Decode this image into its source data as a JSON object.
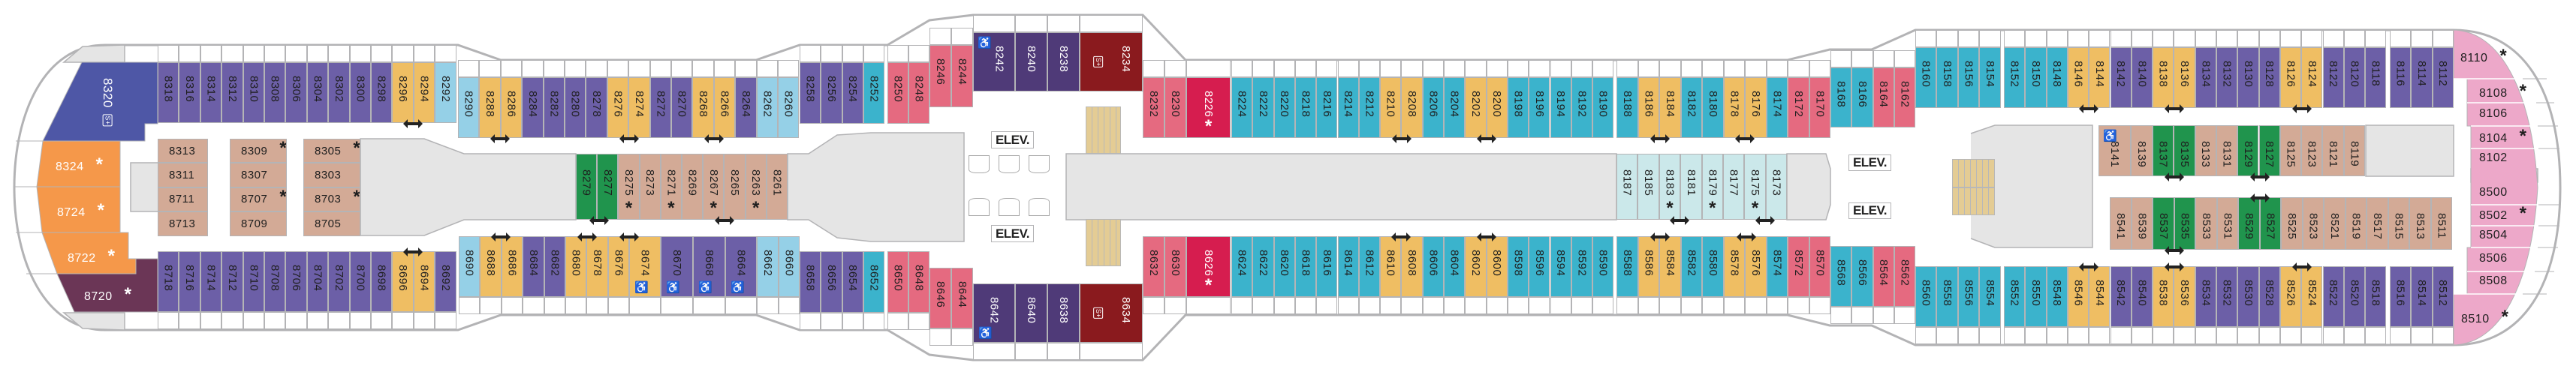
{
  "colors": {
    "P": "#6c5fa7",
    "DP": "#4f3a78",
    "Y": "#efbe63",
    "LB": "#95d0e7",
    "T": "#3bb3cc",
    "K": "#e56a80",
    "CR": "#d61d4f",
    "DR": "#8a1a1e",
    "TN": "#d3aa96",
    "G": "#20944d",
    "LC": "#cbe8ea",
    "B": "#4e57a6",
    "O": "#f5984a",
    "M": "#6b3656",
    "BP": "#eda8c9",
    "corridor": "#e5e5e5",
    "outline": "#b3b3b5",
    "stairs": "#e4cc94"
  },
  "labels": {
    "elevator": "ELEV.",
    "suite_badge": "S+",
    "star": "*"
  },
  "aft_suites": [
    [
      "8320",
      "B",
      "s"
    ],
    [
      "8324",
      "O",
      "*"
    ],
    [
      "8724",
      "O",
      "*"
    ],
    [
      "8722",
      "O",
      "*"
    ],
    [
      "8720",
      "M",
      "*"
    ]
  ],
  "bow_suites": [
    [
      "8110",
      "BP",
      "*"
    ],
    [
      "8108",
      "BP",
      "*"
    ],
    [
      "8106",
      "BP"
    ],
    [
      "8104",
      "BP",
      "*"
    ],
    [
      "8102",
      "BP"
    ],
    [
      "8500",
      "BP"
    ],
    [
      "8502",
      "BP",
      "*"
    ],
    [
      "8504",
      "BP"
    ],
    [
      "8506",
      "BP"
    ],
    [
      "8508",
      "BP"
    ],
    [
      "8510",
      "BP",
      "*"
    ]
  ],
  "groups": {
    "g1": [
      [
        "8318",
        "P"
      ],
      [
        "8316",
        "P"
      ],
      [
        "8314",
        "P"
      ],
      [
        "8312",
        "P"
      ],
      [
        "8310",
        "P"
      ],
      [
        "8308",
        "P"
      ],
      [
        "8306",
        "P"
      ],
      [
        "8304",
        "P"
      ],
      [
        "8302",
        "P"
      ],
      [
        "8300",
        "P"
      ],
      [
        "8298",
        "P"
      ],
      [
        "8296",
        "Y"
      ],
      [
        "8294",
        "Y"
      ],
      [
        "8292",
        "LB"
      ]
    ],
    "g2": [
      [
        "8290",
        "LB"
      ],
      [
        "8288",
        "Y"
      ],
      [
        "8286",
        "Y"
      ],
      [
        "8284",
        "P"
      ],
      [
        "8282",
        "P"
      ],
      [
        "8280",
        "P"
      ],
      [
        "8278",
        "P"
      ],
      [
        "8276",
        "Y"
      ],
      [
        "8274",
        "Y"
      ],
      [
        "8272",
        "P"
      ],
      [
        "8270",
        "P"
      ],
      [
        "8268",
        "Y"
      ],
      [
        "8266",
        "Y"
      ],
      [
        "8264",
        "P"
      ],
      [
        "8262",
        "LB"
      ],
      [
        "8260",
        "LB"
      ]
    ],
    "g3": [
      [
        "8258",
        "P"
      ],
      [
        "8256",
        "P"
      ],
      [
        "8254",
        "P"
      ],
      [
        "8252",
        "T"
      ]
    ],
    "g4": [
      [
        "8250",
        "K"
      ],
      [
        "8248",
        "K"
      ]
    ],
    "g5": [
      [
        "8246",
        "K"
      ],
      [
        "8244",
        "K"
      ]
    ],
    "g6": [
      [
        "8242",
        "DP",
        "a"
      ],
      [
        "8240",
        "DP"
      ],
      [
        "8238",
        "DP"
      ],
      [
        "8234",
        "DR",
        "s"
      ]
    ],
    "g7": [
      [
        "8232",
        "K"
      ],
      [
        "8230",
        "K"
      ],
      [
        "8226",
        "CR",
        "*"
      ]
    ],
    "g8": [
      [
        "8224",
        "T"
      ],
      [
        "8222",
        "T"
      ],
      [
        "8220",
        "T"
      ],
      [
        "8218",
        "T"
      ],
      [
        "8216",
        "T"
      ],
      [
        "8214",
        "T"
      ],
      [
        "8212",
        "T"
      ],
      [
        "8210",
        "Y"
      ],
      [
        "8208",
        "Y"
      ],
      [
        "8206",
        "T"
      ],
      [
        "8204",
        "T"
      ],
      [
        "8202",
        "Y"
      ],
      [
        "8200",
        "Y"
      ],
      [
        "8198",
        "T"
      ],
      [
        "8196",
        "T"
      ],
      [
        "8194",
        "T"
      ],
      [
        "8192",
        "T"
      ],
      [
        "8190",
        "T"
      ]
    ],
    "g9": [
      [
        "8188",
        "T"
      ],
      [
        "8186",
        "Y"
      ],
      [
        "8184",
        "Y"
      ],
      [
        "8182",
        "T"
      ],
      [
        "8180",
        "T"
      ],
      [
        "8178",
        "Y"
      ],
      [
        "8176",
        "Y"
      ],
      [
        "8174",
        "T"
      ],
      [
        "8172",
        "K"
      ],
      [
        "8170",
        "K"
      ]
    ],
    "g10": [
      [
        "8168",
        "T"
      ],
      [
        "8166",
        "T"
      ],
      [
        "8164",
        "K"
      ],
      [
        "8162",
        "K"
      ]
    ],
    "g11": [
      [
        "8160",
        "T"
      ],
      [
        "8158",
        "T"
      ],
      [
        "8156",
        "T"
      ],
      [
        "8154",
        "T"
      ]
    ],
    "g12": [
      [
        "8152",
        "T"
      ],
      [
        "8150",
        "T"
      ],
      [
        "8148",
        "T"
      ],
      [
        "8146",
        "Y"
      ],
      [
        "8144",
        "Y"
      ],
      [
        "8142",
        "P"
      ],
      [
        "8140",
        "P"
      ],
      [
        "8138",
        "Y"
      ],
      [
        "8136",
        "Y"
      ],
      [
        "8134",
        "P"
      ],
      [
        "8132",
        "P"
      ],
      [
        "8130",
        "P"
      ],
      [
        "8128",
        "P"
      ],
      [
        "8126",
        "Y"
      ],
      [
        "8124",
        "Y"
      ],
      [
        "8122",
        "P"
      ],
      [
        "8120",
        "P"
      ],
      [
        "8118",
        "P"
      ]
    ],
    "g13": [
      [
        "8116",
        "P"
      ],
      [
        "8114",
        "P"
      ],
      [
        "8112",
        "P"
      ]
    ],
    "b1": [
      [
        "8718",
        "P"
      ],
      [
        "8716",
        "P"
      ],
      [
        "8714",
        "P"
      ],
      [
        "8712",
        "P"
      ],
      [
        "8710",
        "P"
      ],
      [
        "8708",
        "P"
      ],
      [
        "8706",
        "P"
      ],
      [
        "8704",
        "P"
      ],
      [
        "8702",
        "P"
      ],
      [
        "8700",
        "P"
      ],
      [
        "8698",
        "P"
      ],
      [
        "8696",
        "Y"
      ],
      [
        "8694",
        "Y"
      ],
      [
        "8692",
        "P"
      ]
    ],
    "b2": [
      [
        "8690",
        "LB"
      ],
      [
        "8688",
        "Y"
      ],
      [
        "8686",
        "Y"
      ],
      [
        "8684",
        "P"
      ],
      [
        "8682",
        "P"
      ],
      [
        "8680",
        "Y"
      ],
      [
        "8678",
        "Y"
      ],
      [
        "8676",
        "Y"
      ],
      [
        "8674",
        "Y",
        "a"
      ],
      [
        "8670",
        "P",
        "a"
      ],
      [
        "8668",
        "P",
        "a"
      ],
      [
        "8664",
        "P",
        "a"
      ],
      [
        "8662",
        "LB"
      ],
      [
        "8660",
        "LB"
      ]
    ],
    "b3": [
      [
        "8658",
        "P"
      ],
      [
        "8656",
        "P"
      ],
      [
        "8654",
        "P"
      ],
      [
        "8652",
        "T"
      ]
    ],
    "b4": [
      [
        "8650",
        "K"
      ],
      [
        "8648",
        "K"
      ]
    ],
    "b5": [
      [
        "8646",
        "K"
      ],
      [
        "8644",
        "K"
      ]
    ],
    "b6": [
      [
        "8642",
        "DP",
        "a"
      ],
      [
        "8640",
        "DP"
      ],
      [
        "8638",
        "DP"
      ],
      [
        "8634",
        "DR",
        "s"
      ]
    ],
    "b7": [
      [
        "8632",
        "K"
      ],
      [
        "8630",
        "K"
      ],
      [
        "8626",
        "CR",
        "*"
      ]
    ],
    "b8": [
      [
        "8624",
        "T"
      ],
      [
        "8622",
        "T"
      ],
      [
        "8620",
        "T"
      ],
      [
        "8618",
        "T"
      ],
      [
        "8616",
        "T"
      ],
      [
        "8614",
        "T"
      ],
      [
        "8612",
        "T"
      ],
      [
        "8610",
        "Y"
      ],
      [
        "8608",
        "Y"
      ],
      [
        "8606",
        "T"
      ],
      [
        "8604",
        "T"
      ],
      [
        "8602",
        "Y"
      ],
      [
        "8600",
        "Y"
      ],
      [
        "8598",
        "T"
      ],
      [
        "8596",
        "T"
      ],
      [
        "8594",
        "T"
      ],
      [
        "8592",
        "T"
      ],
      [
        "8590",
        "T"
      ]
    ],
    "b9": [
      [
        "8588",
        "T"
      ],
      [
        "8586",
        "Y"
      ],
      [
        "8584",
        "Y"
      ],
      [
        "8582",
        "T"
      ],
      [
        "8580",
        "T"
      ],
      [
        "8578",
        "Y"
      ],
      [
        "8576",
        "Y"
      ],
      [
        "8574",
        "T"
      ],
      [
        "8572",
        "K"
      ],
      [
        "8570",
        "K"
      ]
    ],
    "b10": [
      [
        "8568",
        "T"
      ],
      [
        "8566",
        "T"
      ],
      [
        "8564",
        "K"
      ],
      [
        "8562",
        "K"
      ]
    ],
    "b11": [
      [
        "8560",
        "T"
      ],
      [
        "8558",
        "T"
      ],
      [
        "8556",
        "T"
      ],
      [
        "8554",
        "T"
      ]
    ],
    "b12": [
      [
        "8552",
        "T"
      ],
      [
        "8550",
        "T"
      ],
      [
        "8548",
        "T"
      ],
      [
        "8546",
        "Y"
      ],
      [
        "8544",
        "Y"
      ],
      [
        "8542",
        "P"
      ],
      [
        "8540",
        "P"
      ],
      [
        "8538",
        "Y"
      ],
      [
        "8536",
        "Y"
      ],
      [
        "8534",
        "P"
      ],
      [
        "8532",
        "P"
      ],
      [
        "8530",
        "P"
      ],
      [
        "8528",
        "P"
      ],
      [
        "8526",
        "Y"
      ],
      [
        "8524",
        "Y"
      ],
      [
        "8522",
        "P"
      ],
      [
        "8520",
        "P"
      ],
      [
        "8518",
        "P"
      ]
    ],
    "b13": [
      [
        "8516",
        "P"
      ],
      [
        "8514",
        "P"
      ],
      [
        "8512",
        "P"
      ]
    ],
    "m1a": [
      [
        "8313",
        "TN"
      ],
      [
        "8311",
        "TN"
      ],
      [
        "8711",
        "TN"
      ],
      [
        "8713",
        "TN"
      ]
    ],
    "m1b": [
      [
        "8309",
        "TN",
        "*"
      ],
      [
        "8307",
        "TN"
      ],
      [
        "8707",
        "TN",
        "*"
      ],
      [
        "8709",
        "TN"
      ]
    ],
    "m1c": [
      [
        "8305",
        "TN",
        "*"
      ],
      [
        "8303",
        "TN"
      ],
      [
        "8703",
        "TN",
        "*"
      ],
      [
        "8705",
        "TN"
      ]
    ],
    "m2": [
      [
        "8279",
        "G"
      ],
      [
        "8277",
        "G"
      ],
      [
        "8275",
        "TN",
        "*"
      ],
      [
        "8273",
        "TN"
      ],
      [
        "8271",
        "TN",
        "*"
      ],
      [
        "8269",
        "TN"
      ],
      [
        "8267",
        "TN",
        "*"
      ],
      [
        "8265",
        "TN"
      ],
      [
        "8263",
        "TN",
        "*"
      ],
      [
        "8261",
        "TN"
      ]
    ],
    "m3": [
      [
        "8187",
        "LC"
      ],
      [
        "8185",
        "LC"
      ],
      [
        "8183",
        "LC",
        "*"
      ],
      [
        "8181",
        "LC"
      ],
      [
        "8179",
        "LC",
        "*"
      ],
      [
        "8177",
        "LC"
      ],
      [
        "8175",
        "LC",
        "*"
      ],
      [
        "8173",
        "LC"
      ]
    ],
    "m4": [
      [
        "8141",
        "TN",
        "a"
      ],
      [
        "8139",
        "TN"
      ],
      [
        "8137",
        "G"
      ],
      [
        "8135",
        "G"
      ],
      [
        "8133",
        "TN"
      ],
      [
        "8131",
        "TN"
      ],
      [
        "8129",
        "G"
      ],
      [
        "8127",
        "G"
      ],
      [
        "8125",
        "TN"
      ],
      [
        "8123",
        "TN"
      ],
      [
        "8121",
        "TN"
      ],
      [
        "8119",
        "TN"
      ]
    ],
    "m5": [
      [
        "8541",
        "TN"
      ],
      [
        "8539",
        "TN"
      ],
      [
        "8537",
        "G"
      ],
      [
        "8535",
        "G"
      ],
      [
        "8533",
        "TN"
      ],
      [
        "8531",
        "TN"
      ],
      [
        "8529",
        "G"
      ],
      [
        "8527",
        "G"
      ],
      [
        "8525",
        "TN"
      ],
      [
        "8523",
        "TN"
      ],
      [
        "8521",
        "TN"
      ],
      [
        "8519",
        "TN"
      ],
      [
        "8517",
        "TN"
      ],
      [
        "8515",
        "TN"
      ],
      [
        "8513",
        "TN"
      ],
      [
        "8511",
        "TN"
      ]
    ]
  }
}
